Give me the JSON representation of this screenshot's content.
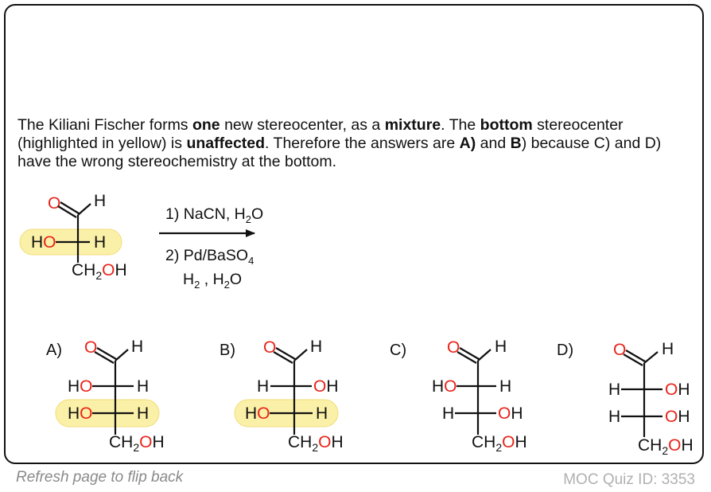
{
  "explanation": {
    "s1_pre": "The Kiliani Fischer forms ",
    "s1_b1": "one",
    "s1_mid": " new stereocenter, as a ",
    "s1_b2": "mixture",
    "s1_post": ". The ",
    "s1_b3": "bottom",
    "s2_pre": " stereocenter (highlighted in yellow) is ",
    "s2_b1": "unaffected",
    "s2_mid": ". Therefore the answers are ",
    "s2_b2": "A)",
    "s2_and": " and ",
    "s2_b3": "B",
    "s2_post": ") because C) and D) have the wrong stereochemistry at the bottom."
  },
  "reaction": {
    "step1": "1) NaCN, H",
    "step1_sub": "2",
    "step1_end": "O",
    "step2": "2) Pd/BaSO",
    "step2_sub": "4",
    "step3_a": "H",
    "step3_sub1": "2",
    "step3_b": " , H",
    "step3_sub2": "2",
    "step3_c": "O"
  },
  "atoms": {
    "O": "O",
    "H": "H",
    "HO": "HO",
    "OH": "OH",
    "CH": "CH",
    "sub2": "2"
  },
  "options": {
    "a": "A)",
    "b": "B)",
    "c": "C)",
    "d": "D)"
  },
  "footer": {
    "refresh": "Refresh page to flip back",
    "quiz_id": "MOC Quiz ID: 3353"
  },
  "colors": {
    "oxygen": "#e8231a",
    "highlight": "#fbf0a8",
    "highlight_edge": "#f0dd7a",
    "ink": "#111111"
  }
}
